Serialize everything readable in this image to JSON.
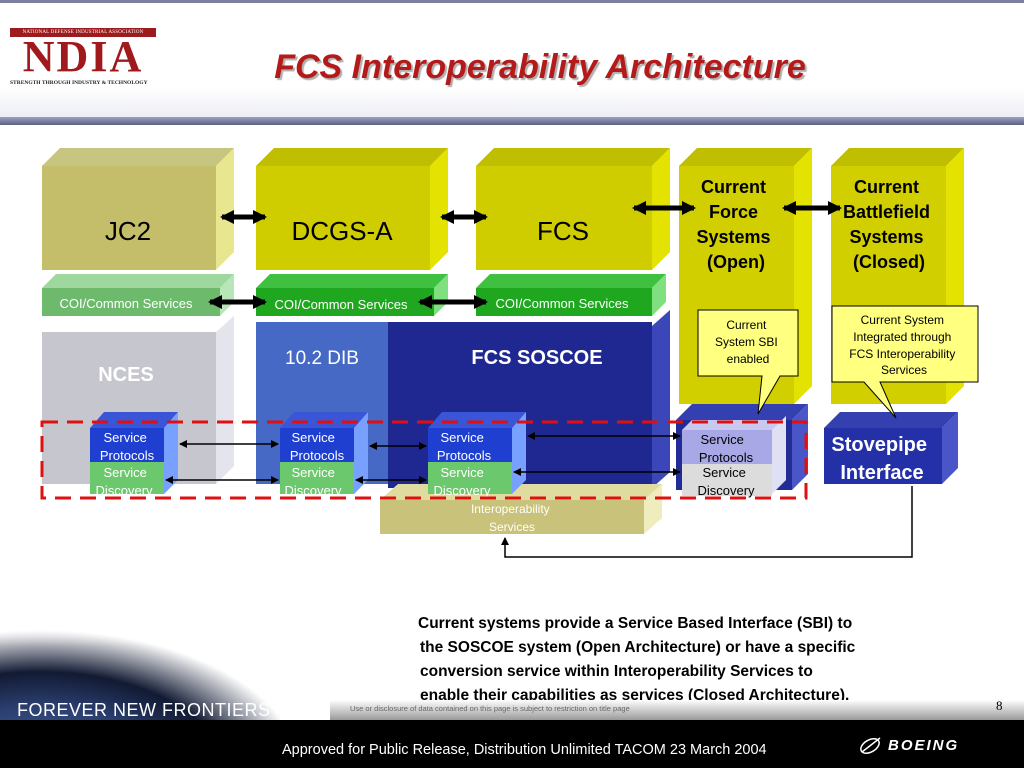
{
  "header": {
    "logo": {
      "org_name": "NATIONAL DEFENSE INDUSTRIAL ASSOCIATION",
      "letters": "NDIA",
      "tagline": "STRENGTH THROUGH INDUSTRY & TECHNOLOGY"
    },
    "title": "FCS Interoperability Architecture"
  },
  "diagram": {
    "columns": {
      "jc2": "JC2",
      "dcgs": "DCGS-A",
      "fcs": "FCS",
      "cf_open": [
        "Current",
        "Force",
        "Systems",
        "(Open)"
      ],
      "cb_closed": [
        "Current",
        "Battlefield",
        "Systems",
        "(Closed)"
      ]
    },
    "coi": [
      "COI/Common Services",
      "COI/Common Services",
      "COI/Common Services"
    ],
    "nces": "NCES",
    "dib": "10.2 DIB",
    "soscoe": "FCS SOSCOE",
    "service_protocols": [
      "Service",
      "Protocols"
    ],
    "service_discovery": [
      "Service",
      "Discovery"
    ],
    "interop_services": [
      "Interoperability",
      "Services"
    ],
    "stovepipe": [
      "Stovepipe",
      "Interface"
    ],
    "callout_sbi": [
      "Current",
      "System SBI",
      "enabled"
    ],
    "callout_integrated": [
      "Current System",
      "Integrated through",
      "FCS Interoperability",
      "Services"
    ]
  },
  "caption": [
    "Current systems provide a Service Based Interface (SBI) to",
    "the SOSCOE system (Open Architecture) or have a specific",
    "conversion service within Interoperability Services to",
    "enable their capabilities as services (Closed Architecture)."
  ],
  "footer": {
    "forever": "FOREVER NEW FRONTIERS",
    "restriction": "Use or disclosure of data contained on this page is subject to restriction on title page",
    "release": "Approved for Public Release, Distribution Unlimited TACOM 23 March 2004",
    "page_number": "8",
    "boeing": "BOEING"
  },
  "colors": {
    "title": "#b51a1a",
    "olive": "#c9c26e",
    "yellow": "#d6d400",
    "coi_green": "#6dba6d",
    "nces_gray": "#c8c8d0",
    "dib_blue": "#3e5cb8",
    "soscoe_navy": "#202a90",
    "dashed_red": "#e01010",
    "callout_yellow": "#ffff80"
  }
}
